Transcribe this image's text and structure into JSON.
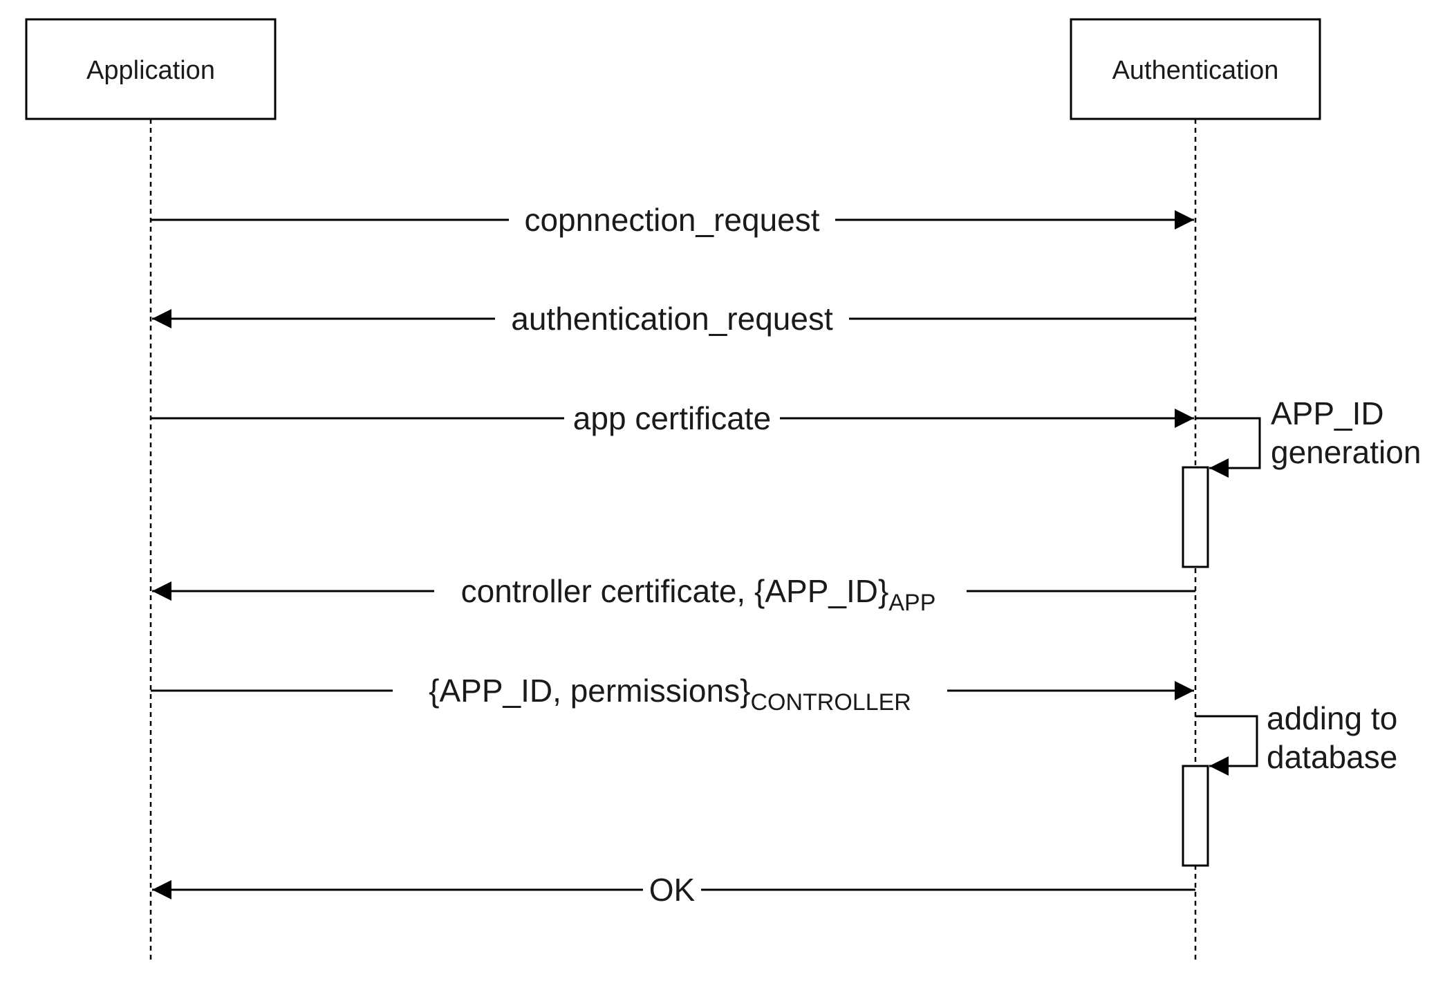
{
  "actors": [
    {
      "id": "application",
      "label": "Application"
    },
    {
      "id": "authentication",
      "label": "Authentication"
    }
  ],
  "messages": [
    {
      "id": "copnnection-request",
      "from": "application",
      "to": "authentication",
      "text": "copnnection_request",
      "subscript": ""
    },
    {
      "id": "authentication-request",
      "from": "authentication",
      "to": "application",
      "text": "authentication_request",
      "subscript": ""
    },
    {
      "id": "app-certificate",
      "from": "application",
      "to": "authentication",
      "text": "app certificate",
      "subscript": ""
    },
    {
      "id": "controller-certificate",
      "from": "authentication",
      "to": "application",
      "text": "controller certificate, {APP_ID}",
      "subscript": "APP"
    },
    {
      "id": "app-id-permissions",
      "from": "application",
      "to": "authentication",
      "text": "{APP_ID, permissions}",
      "subscript": "CONTROLLER"
    },
    {
      "id": "ok",
      "from": "authentication",
      "to": "application",
      "text": "OK",
      "subscript": ""
    }
  ],
  "self_messages": [
    {
      "id": "app-id-generation",
      "actor": "authentication",
      "lines": [
        "APP_ID",
        "generation"
      ]
    },
    {
      "id": "adding-to-database",
      "actor": "authentication",
      "lines": [
        "adding to",
        "database"
      ]
    }
  ]
}
